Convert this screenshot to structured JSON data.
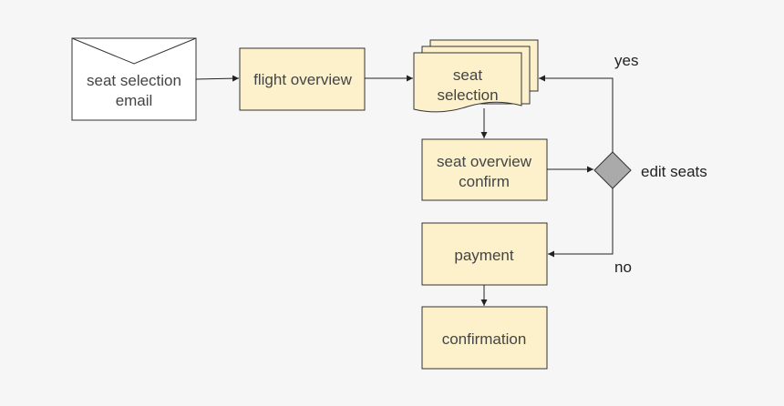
{
  "nodes": {
    "email": {
      "lines": [
        "seat selection",
        "email"
      ]
    },
    "flight_overview": {
      "lines": [
        "flight overview"
      ]
    },
    "seat_selection": {
      "lines": [
        "seat",
        "selection"
      ]
    },
    "seat_overview_confirm": {
      "lines": [
        "seat overview",
        "confirm"
      ]
    },
    "decision": {
      "label": "edit seats"
    },
    "payment": {
      "lines": [
        "payment"
      ]
    },
    "confirmation": {
      "lines": [
        "confirmation"
      ]
    }
  },
  "edge_labels": {
    "yes": "yes",
    "no": "no"
  },
  "colors": {
    "background": "#f6f6f6",
    "process_fill": "#fdf1cc",
    "decision_fill": "#aaaaaa",
    "stroke": "#333333"
  }
}
